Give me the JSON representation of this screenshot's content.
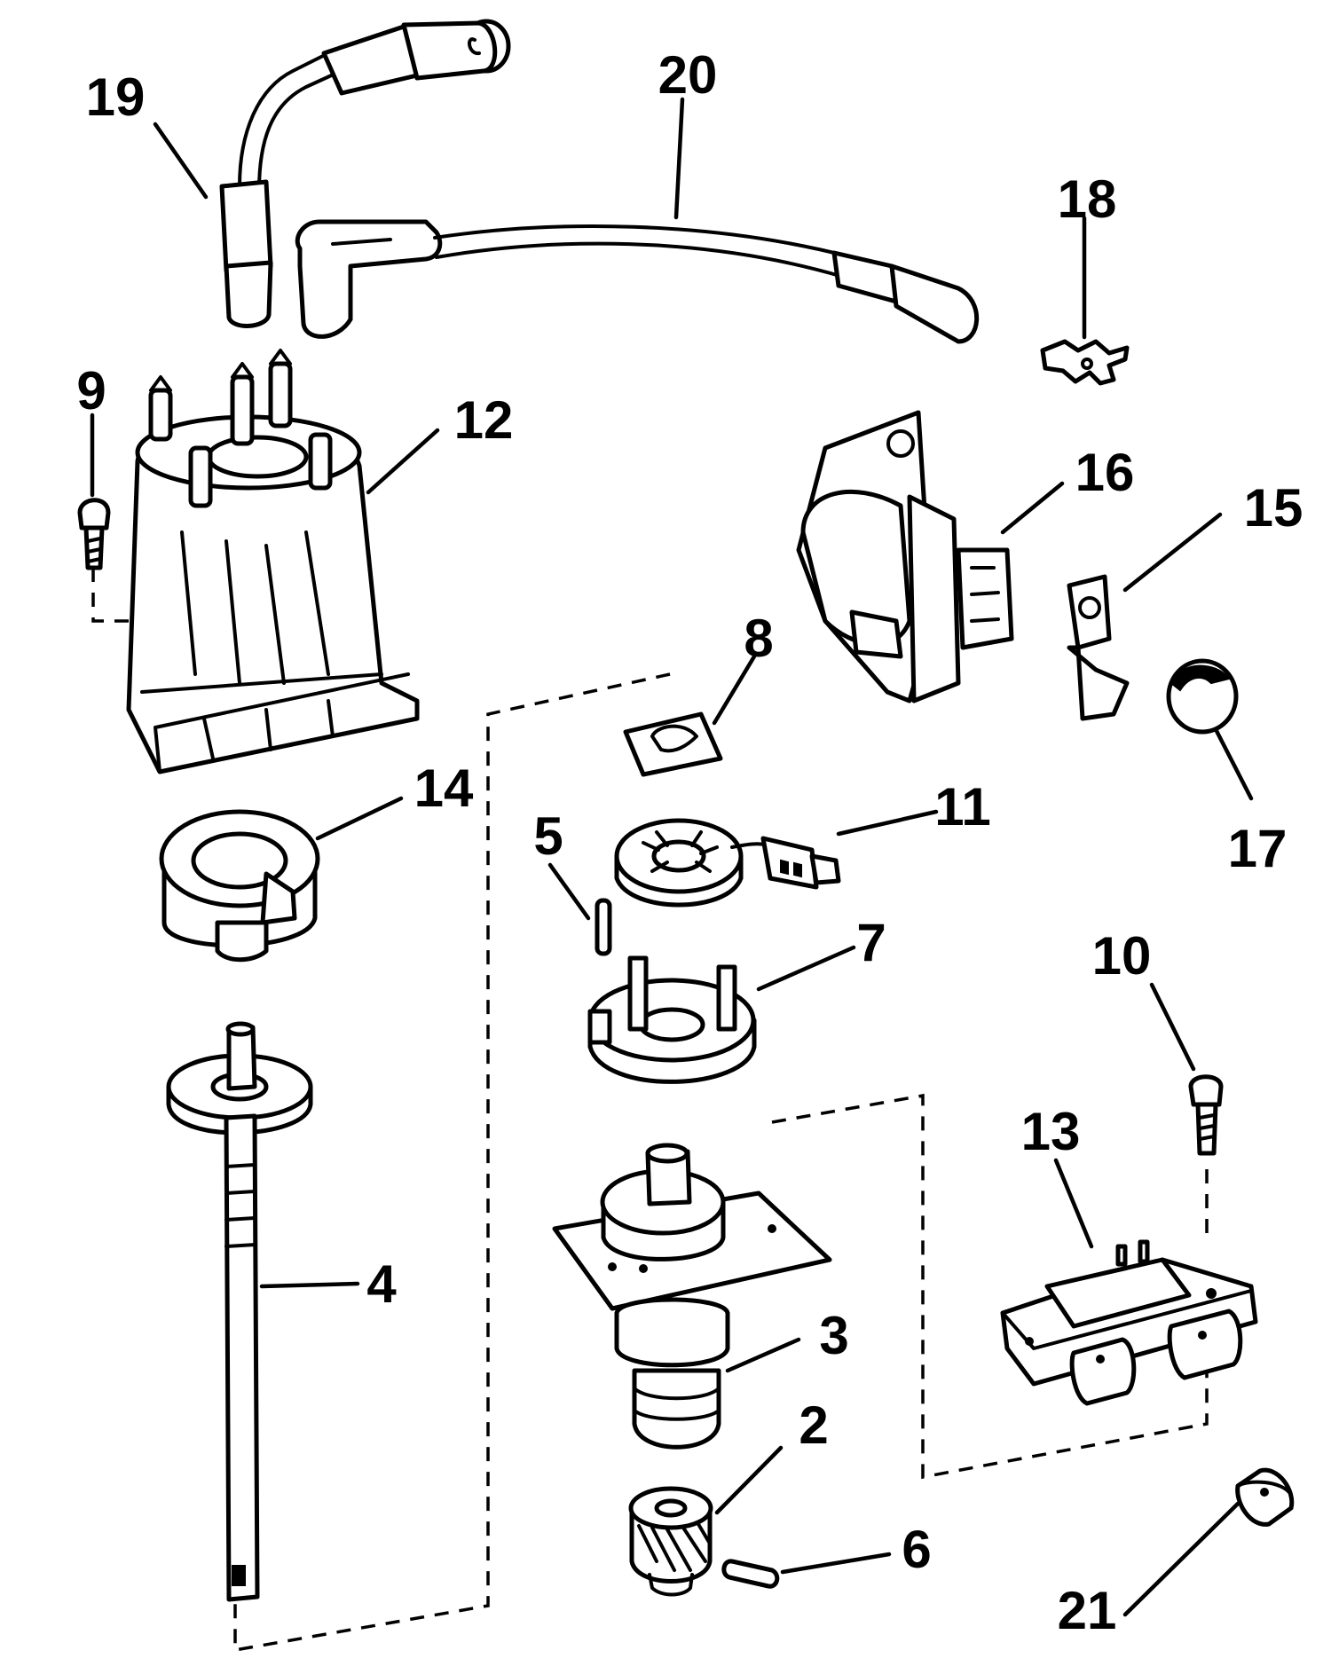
{
  "diagram": {
    "colors": {
      "line": "#000000",
      "background": "#ffffff"
    },
    "callouts": {
      "c19": "19",
      "c20": "20",
      "c18": "18",
      "c9": "9",
      "c12": "12",
      "c16": "16",
      "c15": "15",
      "c8": "8",
      "c14": "14",
      "c11": "11",
      "c5": "5",
      "c17": "17",
      "c7": "7",
      "c10": "10",
      "c13": "13",
      "c4": "4",
      "c3": "3",
      "c2": "2",
      "c6": "6",
      "c21": "21"
    }
  }
}
